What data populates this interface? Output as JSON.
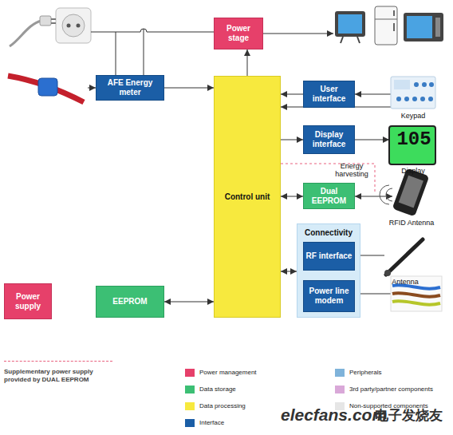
{
  "diagram": {
    "nodes": [
      {
        "text": [
          "Power stage"
        ]
      },
      {
        "text": [
          "AFE Energy meter"
        ]
      },
      {
        "text": [
          "Control unit"
        ]
      },
      {
        "text": [
          "User interface"
        ]
      },
      {
        "text": [
          "Display interface"
        ]
      },
      {
        "text": [
          "Dual EEPROM"
        ]
      },
      {
        "text": [
          "Connectivity"
        ]
      },
      {
        "text": [
          "RF interface"
        ],
        "in": 6
      },
      {
        "text": [
          "Power line modem"
        ],
        "in": 6
      },
      {
        "text": [
          "Power supply"
        ]
      },
      {
        "text": [
          "EEPROM"
        ]
      }
    ],
    "edges": [
      {
        "from": 1,
        "to": 2,
        "arrow": "to"
      },
      {
        "from": 2,
        "to": 0,
        "arrow": "to"
      },
      {
        "from": 3,
        "to": 2,
        "arrow": "to"
      },
      {
        "from": 2,
        "to": 4,
        "arrow": "to"
      },
      {
        "from": 2,
        "to": 5,
        "arrow": "both"
      },
      {
        "from": 2,
        "to": 6,
        "arrow": "both"
      },
      {
        "from": 10,
        "to": 2,
        "arrow": "both"
      }
    ],
    "labels": [
      "Keypad",
      "105",
      "Display",
      "Energy harvesting",
      "RFID Antenna",
      "Antenna",
      "elecfans.com",
      "电子发烧友"
    ],
    "legend": [
      {
        "text": "Supplementary power supply provided by DUAL EEPROM"
      },
      {
        "text": "Power management",
        "color": "#e6406a"
      },
      {
        "text": "Data storage",
        "color": "#3cbf74"
      },
      {
        "text": "Data processing",
        "color": "#f7e93e"
      },
      {
        "text": "Interface",
        "color": "#1b5ea6"
      },
      {
        "text": "Peripherals",
        "color": "#7fb3da"
      },
      {
        "text": "3rd party/partner components",
        "color": "#d9a8d8"
      },
      {
        "text": "Non-supported components",
        "color": "#e6e6e6"
      }
    ]
  }
}
